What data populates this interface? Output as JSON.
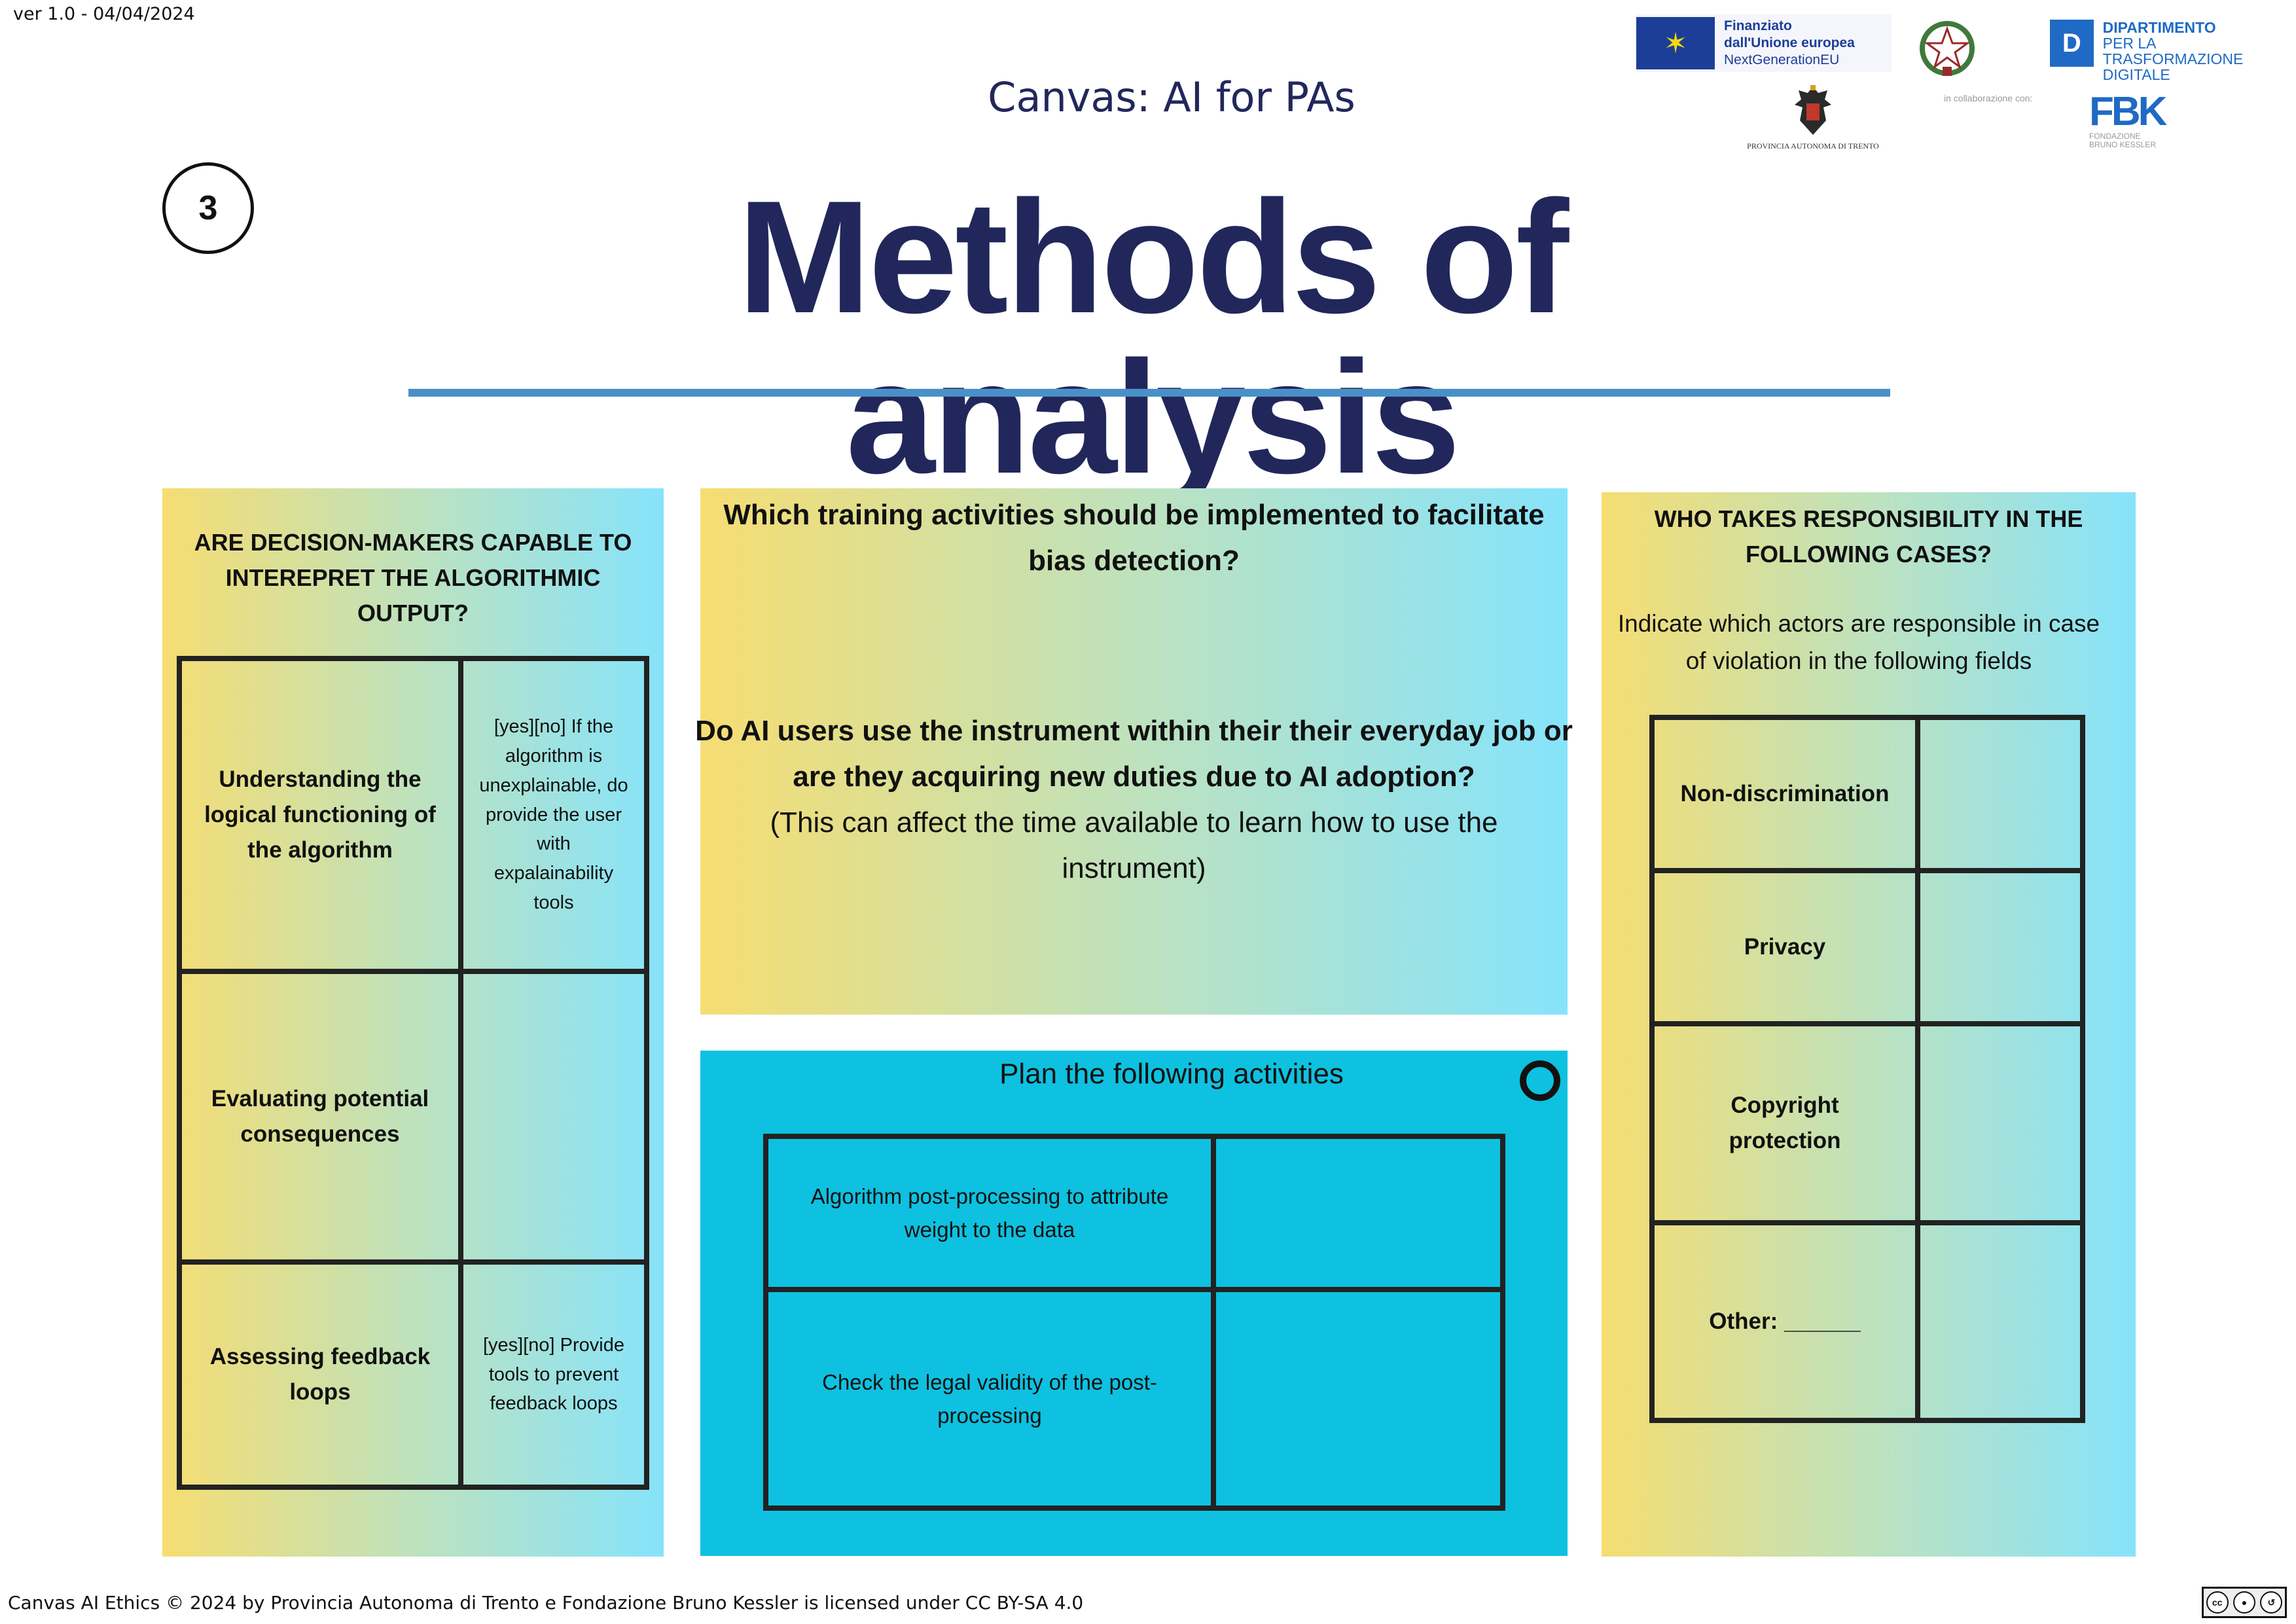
{
  "version": "ver 1.0 - 04/04/2024",
  "header": {
    "subtitle": "Canvas: AI for PAs",
    "number": "3",
    "title": "Methods of analysis"
  },
  "logos": {
    "eu": {
      "line1": "Finanziato",
      "line2": "dall'Unione europea",
      "line3": "NextGenerationEU"
    },
    "dtd": {
      "letter": "D",
      "line1": "DIPARTIMENTO",
      "line2": "PER LA TRASFORMAZIONE",
      "line3": "DIGITALE"
    },
    "trento": "PROVINCIA AUTONOMA DI TRENTO",
    "collab": "in collaborazione con:",
    "fbk": {
      "mark": "FBK",
      "line1": "FONDAZIONE",
      "line2": "BRUNO KESSLER"
    }
  },
  "left_panel": {
    "heading": "ARE DECISION-MAKERS CAPABLE TO INTEREPRET THE ALGORITHMIC OUTPUT?",
    "rows": [
      {
        "label": "Understanding the logical functioning of the algorithm",
        "note": "[yes][no] If the algorithm is unexplainable, do provide the user with expalainability tools"
      },
      {
        "label": "Evaluating potential consequences",
        "note": ""
      },
      {
        "label": "Assessing feedback loops",
        "note": "[yes][no] Provide tools to prevent feedback loops"
      }
    ]
  },
  "middle_top": {
    "question1": "Which training activities should be implemented to facilitate bias detection?",
    "question2": "Do AI users use the instrument within their their everyday job or are they acquiring new duties due to AI adoption?",
    "note": "(This can affect the time available to learn how to use the instrument)"
  },
  "middle_bottom": {
    "title": "Plan the following activities",
    "rows": [
      {
        "label": "Algorithm post-processing to attribute weight to the data",
        "value": ""
      },
      {
        "label": "Check the legal validity of the post-processing",
        "value": ""
      }
    ]
  },
  "right_panel": {
    "heading": "WHO TAKES RESPONSIBILITY IN THE FOLLOWING CASES?",
    "subheading": "Indicate which actors are responsible in case of violation in the following fields",
    "rows": [
      {
        "label": "Non-discrimination",
        "value": ""
      },
      {
        "label": "Privacy",
        "value": ""
      },
      {
        "label": "Copyright protection",
        "value": ""
      },
      {
        "label": "Other: ______",
        "value": ""
      }
    ]
  },
  "footer": {
    "license": "Canvas AI Ethics © 2024 by Provincia Autonoma di Trento e Fondazione Bruno Kessler is licensed under CC BY-SA 4.0",
    "cc_label": "cc"
  },
  "colors": {
    "title": "#22275b",
    "rule": "#4a90c8",
    "gradient_start": "#f6dd72",
    "gradient_end": "#86e3fb",
    "plan_panel": "#0ec1e0"
  }
}
